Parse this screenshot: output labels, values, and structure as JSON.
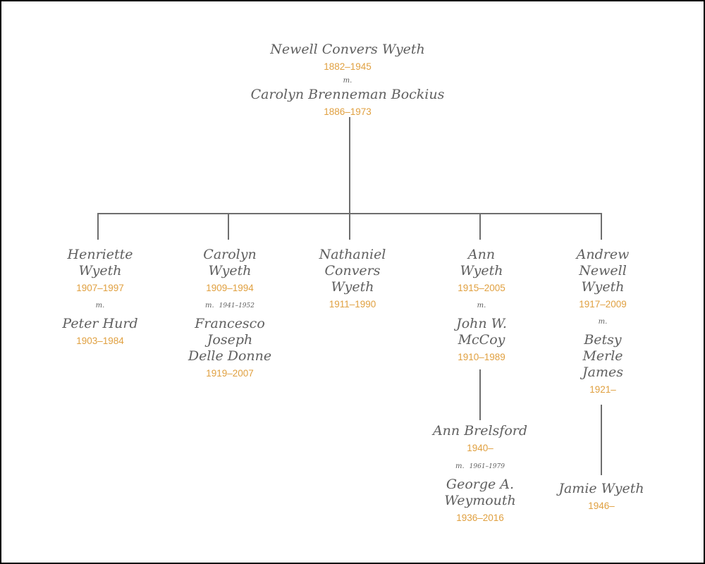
{
  "root": {
    "name": "Newell Convers Wyeth",
    "years": "1882–1945",
    "married": "m.",
    "spouse": "Carolyn Brenneman Bockius",
    "spouse_years": "1886–1973"
  },
  "children": [
    {
      "name": [
        "Henriette",
        "Wyeth"
      ],
      "years": "1907–1997",
      "married": "m.",
      "spouse": [
        "Peter Hurd"
      ],
      "spouse_years": "1903–1984"
    },
    {
      "name": [
        "Carolyn",
        "Wyeth"
      ],
      "years": "1909–1994",
      "married": "m.",
      "married_span": "1941–1952",
      "spouse": [
        "Francesco",
        "Joseph",
        "Delle Donne"
      ],
      "spouse_years": "1919–2007"
    },
    {
      "name": [
        "Nathaniel",
        "Convers",
        "Wyeth"
      ],
      "years": "1911–1990"
    },
    {
      "name": [
        "Ann",
        "Wyeth"
      ],
      "years": "1915–2005",
      "married": "m.",
      "spouse": [
        "John W.",
        "McCoy"
      ],
      "spouse_years": "1910–1989",
      "child": {
        "name": "Ann Brelsford",
        "years": "1940–",
        "married": "m.",
        "married_span": "1961–1979",
        "spouse": [
          "George A.",
          "Weymouth"
        ],
        "spouse_years": "1936–2016"
      }
    },
    {
      "name": [
        "Andrew",
        "Newell",
        "Wyeth"
      ],
      "years": "1917–2009",
      "married": "m.",
      "spouse": [
        "Betsy",
        "Merle",
        "James"
      ],
      "spouse_years": "1921–",
      "child": {
        "name": "Jamie Wyeth",
        "years": "1946–"
      }
    }
  ],
  "colors": {
    "name_text": "#5f5f5f",
    "years_text": "#e0a040",
    "connector": "#6e6e6e",
    "frame": "#000000",
    "background": "#ffffff"
  }
}
